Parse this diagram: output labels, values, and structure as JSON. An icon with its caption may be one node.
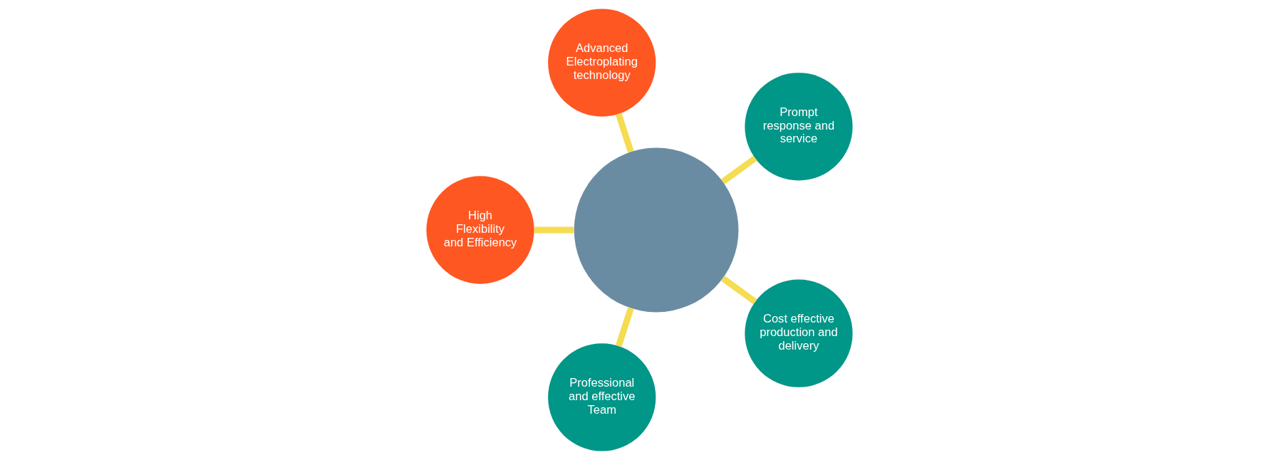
{
  "diagram": {
    "nodes": [
      {
        "text": [
          "Prompt response and service"
        ]
      },
      {
        "text": [
          "Advanced Electroplating technology"
        ]
      },
      {
        "text": [
          "High Flexibility and Efficiency"
        ]
      },
      {
        "text": [
          "Professional and effective Team"
        ]
      },
      {
        "text": [
          "Cost effective production and delivery"
        ]
      },
      {
        "text": [],
        "shape": "circle"
      }
    ],
    "edges": [
      {
        "from": 5,
        "to": 0,
        "arrow": "none"
      },
      {
        "from": 5,
        "to": 1,
        "arrow": "none"
      },
      {
        "from": 5,
        "to": 2,
        "arrow": "none"
      },
      {
        "from": 5,
        "to": 3,
        "arrow": "none"
      },
      {
        "from": 5,
        "to": 4,
        "arrow": "none"
      }
    ]
  }
}
